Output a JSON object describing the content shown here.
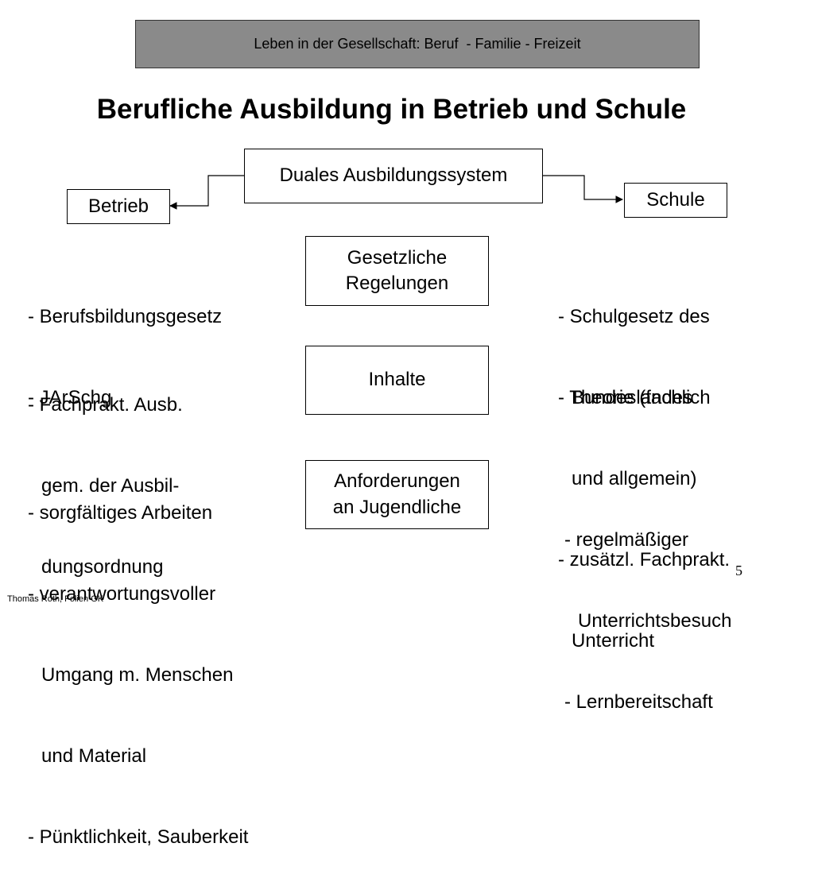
{
  "header": {
    "title": "Leben in der Gesellschaft: Beruf  - Familie - Freizeit"
  },
  "main_title": "Berufliche Ausbildung in Betrieb und Schule",
  "diagram": {
    "center": "Duales Ausbildungssystem",
    "left": "Betrieb",
    "right": "Schule",
    "rows": [
      {
        "line1": "Gesetzliche",
        "line2": "Regelungen"
      },
      {
        "line1": "Inhalte",
        "line2": ""
      },
      {
        "line1": "Anforderungen",
        "line2": "an Jugendliche"
      }
    ]
  },
  "left_text": {
    "regeln": [
      "- Berufsbildungsgesetz",
      "- JArSchg"
    ],
    "inhalte": [
      "- Fachprakt. Ausb.",
      "gem. der Ausbil-",
      "dungsordnung"
    ],
    "anforderungen": [
      "- sorgfältiges Arbeiten",
      "- verantwortungsvoller",
      "Umgang m. Menschen",
      "und Material",
      "- Pünktlichkeit, Sauberkeit"
    ]
  },
  "right_text": {
    "regeln": [
      "- Schulgesetz des",
      "Bundeslandes"
    ],
    "inhalte": [
      "- Theorie (fachlich",
      "und allgemein)",
      "- zusätzl. Fachprakt.",
      "Unterricht"
    ],
    "anforderungen": [
      "- regelmäßiger",
      "Unterrichtsbesuch",
      "- Lernbereitschaft"
    ]
  },
  "footer": {
    "page_number": "5",
    "author": "Thomas Roth, Folien GK"
  }
}
